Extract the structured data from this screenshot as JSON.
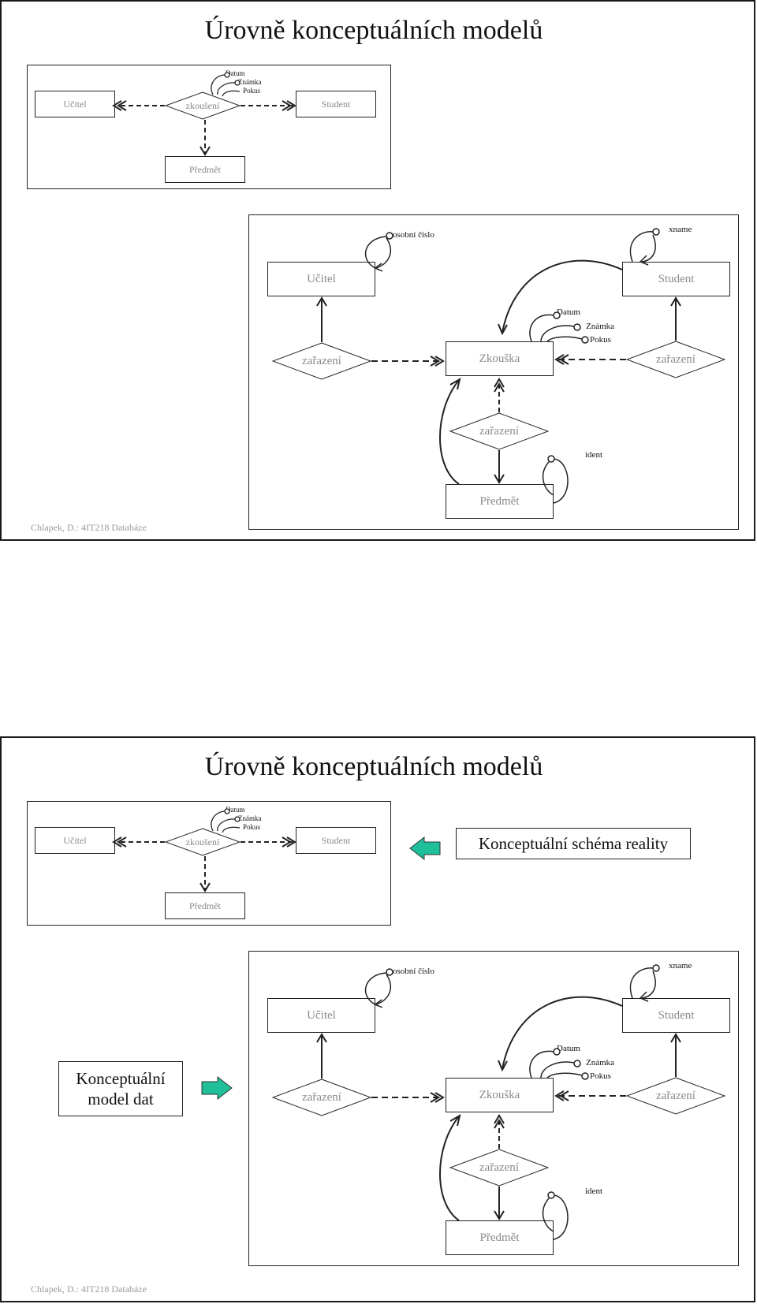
{
  "slide1": {
    "title": "Úrovně konceptuálních modelů",
    "footer": "Chlapek, D.: 4IT218 Databáze",
    "top": {
      "ucitel": "Učitel",
      "zkouseni": "zkoušení",
      "student": "Student",
      "predmet": "Předmět",
      "attr": [
        "Datum",
        "Známka",
        "Pokus"
      ]
    },
    "model": {
      "ucitel": "Učitel",
      "student": "Student",
      "zkouska": "Zkouška",
      "predmet": "Předmět",
      "zarazeni": "zařazení",
      "osobni": "osobní číslo",
      "xname": "xname",
      "ident": "ident",
      "attr": [
        "Datum",
        "Známka",
        "Pokus"
      ]
    }
  },
  "slide2": {
    "title": "Úrovně konceptuálních modelů",
    "footer": "Chlapek, D.: 4IT218 Databáze",
    "callout_schema": "Konceptuální schéma reality",
    "callout_model": [
      "Konceptuální",
      "model dat"
    ],
    "arrow_color": "#1fbf9a",
    "top": {
      "ucitel": "Učitel",
      "zkouseni": "zkoušení",
      "student": "Student",
      "predmet": "Předmět",
      "attr": [
        "Datum",
        "Známka",
        "Pokus"
      ]
    },
    "model": {
      "ucitel": "Učitel",
      "student": "Student",
      "zkouska": "Zkouška",
      "predmet": "Předmět",
      "zarazeni": "zařazení",
      "osobni": "osobní číslo",
      "xname": "xname",
      "ident": "ident",
      "attr": [
        "Datum",
        "Známka",
        "Pokus"
      ]
    }
  }
}
